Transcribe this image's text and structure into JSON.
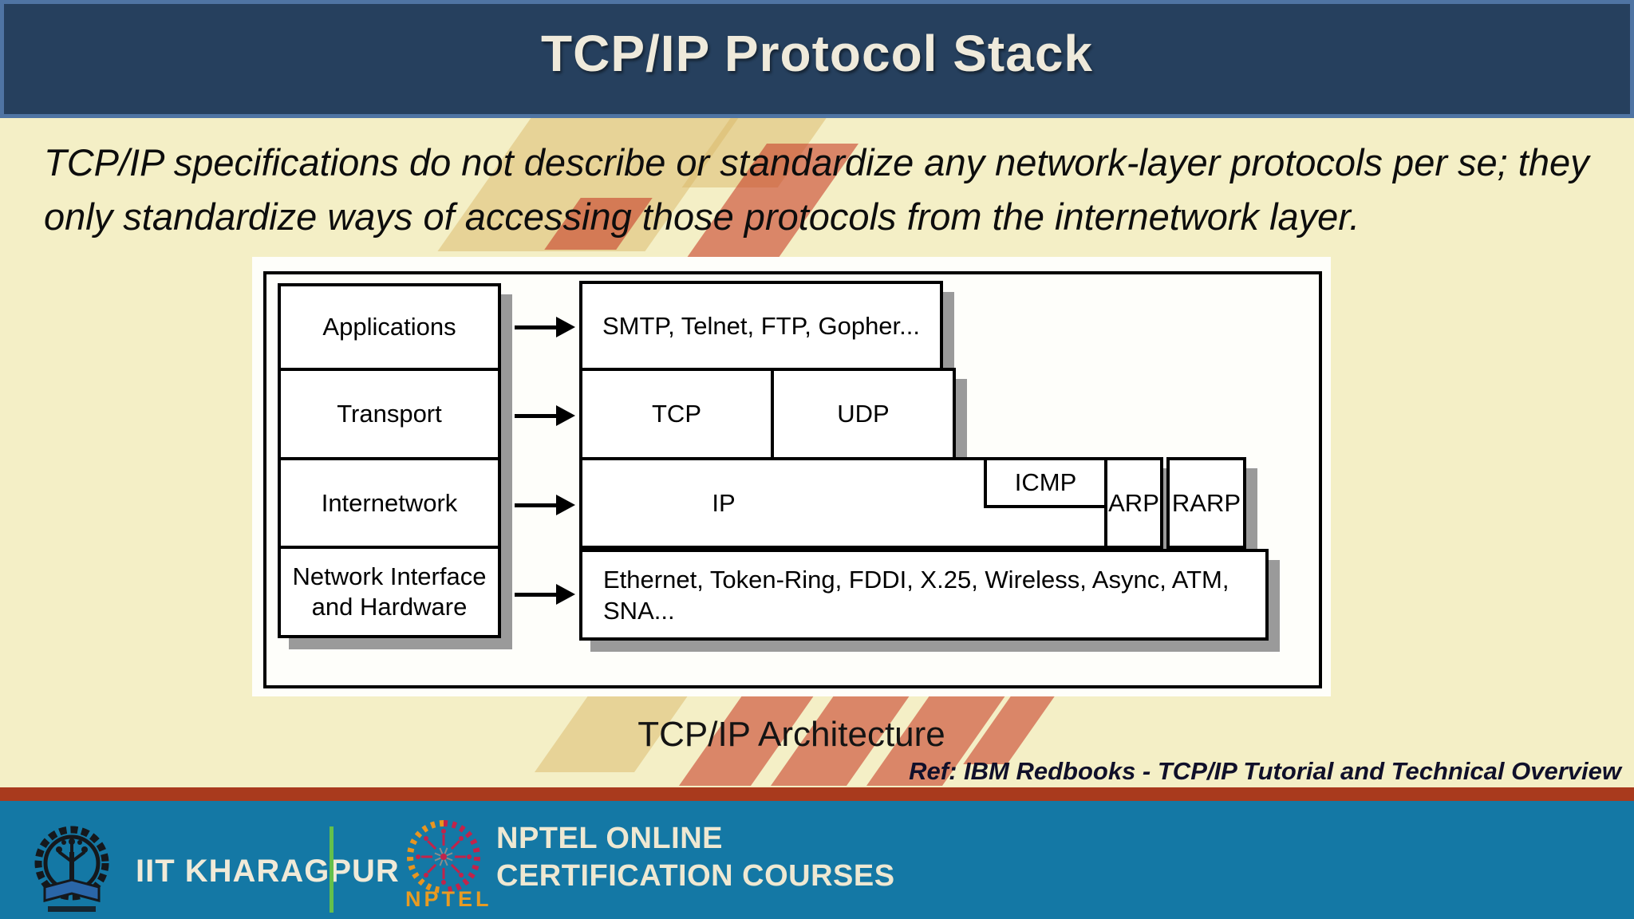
{
  "header": {
    "title": "TCP/IP Protocol Stack"
  },
  "body": {
    "line1": "TCP/IP specifications do not describe or standardize any network-layer protocols per se; they",
    "line2": "only standardize ways of accessing those protocols from the internetwork layer."
  },
  "diagram": {
    "caption": "TCP/IP Architecture",
    "reference": "Ref: IBM Redbooks - TCP/IP Tutorial and Technical Overview",
    "left_labels": [
      "Applications",
      "Transport",
      "Internetwork"
    ],
    "hw_label": [
      "Network Interface",
      "and Hardware"
    ],
    "row1": {
      "applications_protocols": "SMTP, Telnet, FTP, Gopher..."
    },
    "row2": {
      "tcp": "TCP",
      "udp": "UDP"
    },
    "row3": {
      "ip": "IP",
      "icmp": "ICMP",
      "arp": "ARP",
      "rarp": "RARP"
    },
    "row4": {
      "line1": "Ethernet, Token-Ring, FDDI, X.25, Wireless, Async, ATM,",
      "line2": "SNA..."
    }
  },
  "footer": {
    "institute": "IIT KHARAGPUR",
    "nptel_wordmark": "NPTEL",
    "nptel_line1": "NPTEL ONLINE",
    "nptel_line2": "CERTIFICATION COURSES"
  },
  "colors": {
    "header_navy": "#26405e",
    "header_border_blue": "#4f74a3",
    "slide_cream": "#f4efc6",
    "red_bar": "#a93a1d",
    "footer_blue": "#1478a5",
    "divider_green": "#64c04b",
    "nptel_orange": "#e89b22",
    "shadow_gray": "#9a9a9a",
    "title_text": "#efeadb"
  }
}
